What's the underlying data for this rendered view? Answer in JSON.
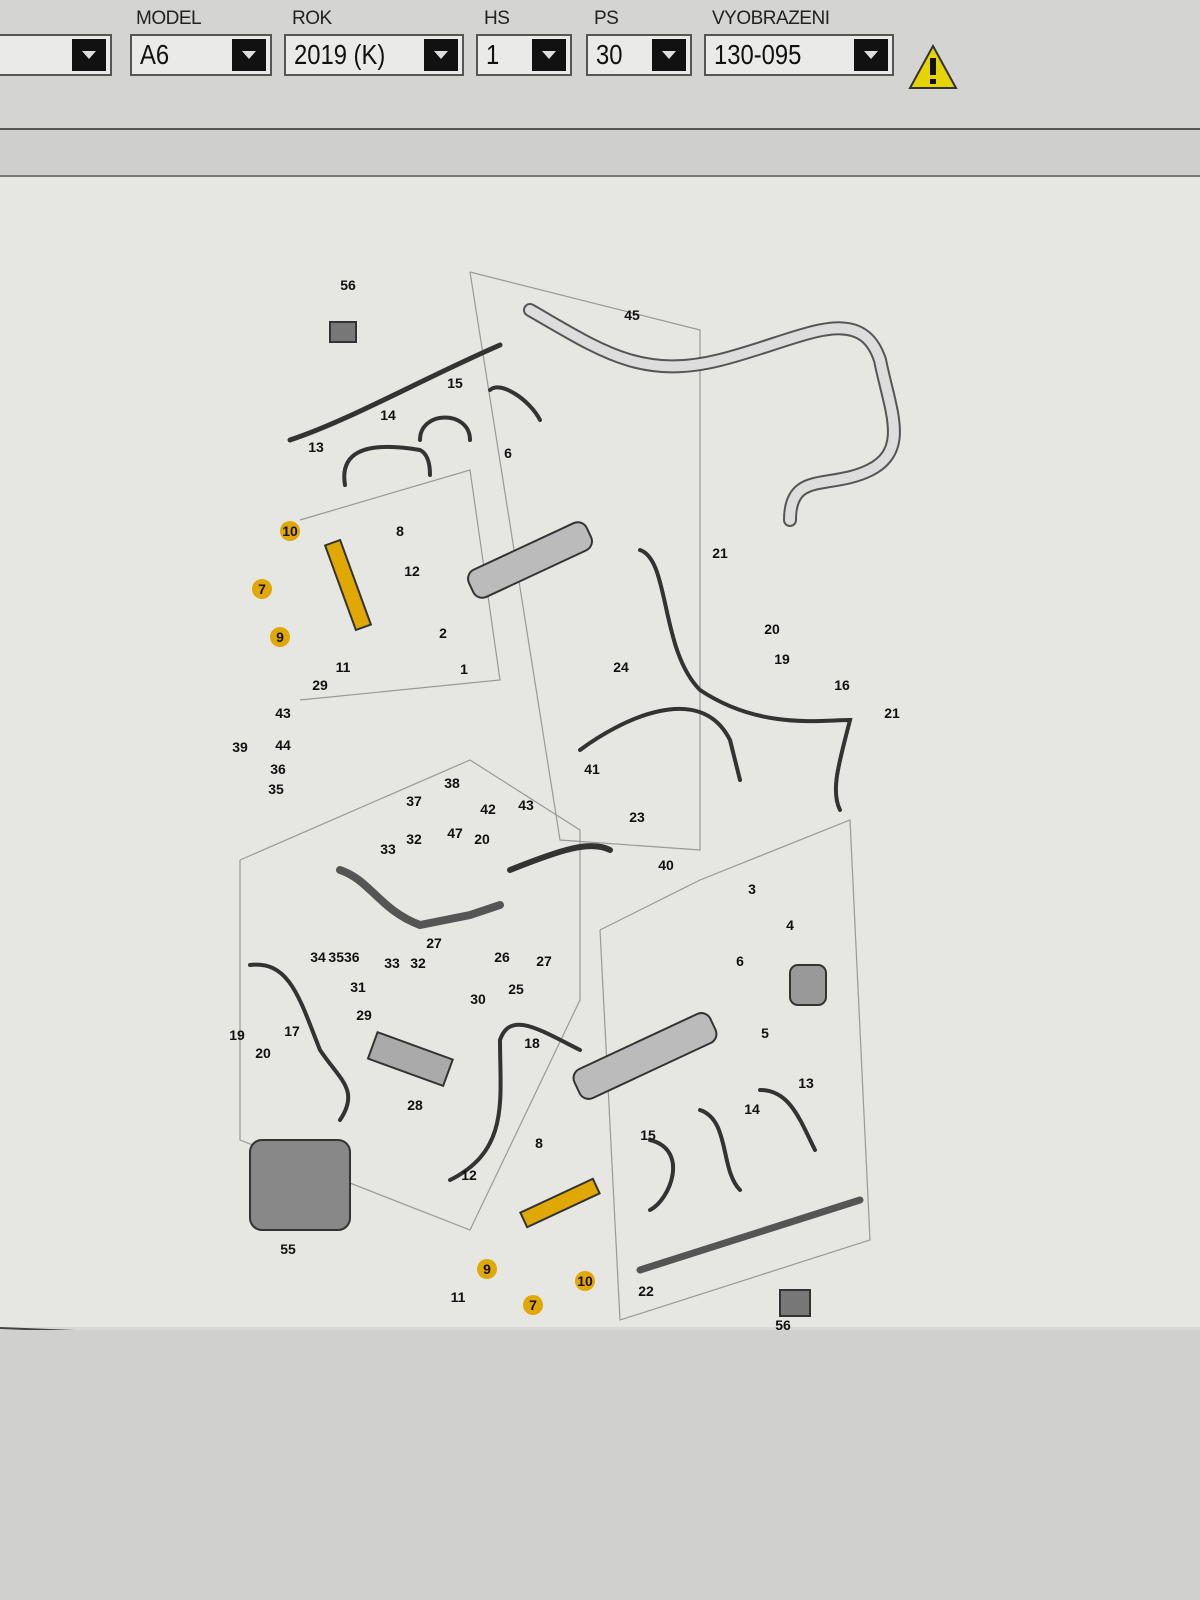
{
  "toolbar": {
    "fields": [
      {
        "label": "",
        "value": ""
      },
      {
        "label": "MODEL",
        "value": "A6"
      },
      {
        "label": "ROK",
        "value": "2019 (K)"
      },
      {
        "label": "HS",
        "value": "1"
      },
      {
        "label": "PS",
        "value": "30"
      },
      {
        "label": "VYOBRAZENI",
        "value": "130-095"
      }
    ],
    "warning_icon": "warning-triangle-icon",
    "warning_color": "#e6d400"
  },
  "diagram": {
    "highlight_color": "#e0a800",
    "callouts": [
      "56",
      "45",
      "15",
      "14",
      "13",
      "6",
      "10",
      "8",
      "12",
      "7",
      "2",
      "9",
      "1",
      "11",
      "29",
      "43",
      "39",
      "44",
      "36",
      "35",
      "37",
      "38",
      "21",
      "20",
      "19",
      "24",
      "16",
      "21",
      "41",
      "42",
      "43",
      "23",
      "47",
      "20",
      "32",
      "33",
      "40",
      "3",
      "4",
      "6",
      "5",
      "34",
      "3536",
      "33",
      "32",
      "31",
      "27",
      "26",
      "27",
      "25",
      "29",
      "30",
      "18",
      "19",
      "20",
      "17",
      "28",
      "13",
      "14",
      "15",
      "8",
      "12",
      "9",
      "10",
      "7",
      "11",
      "22",
      "55",
      "56"
    ]
  }
}
